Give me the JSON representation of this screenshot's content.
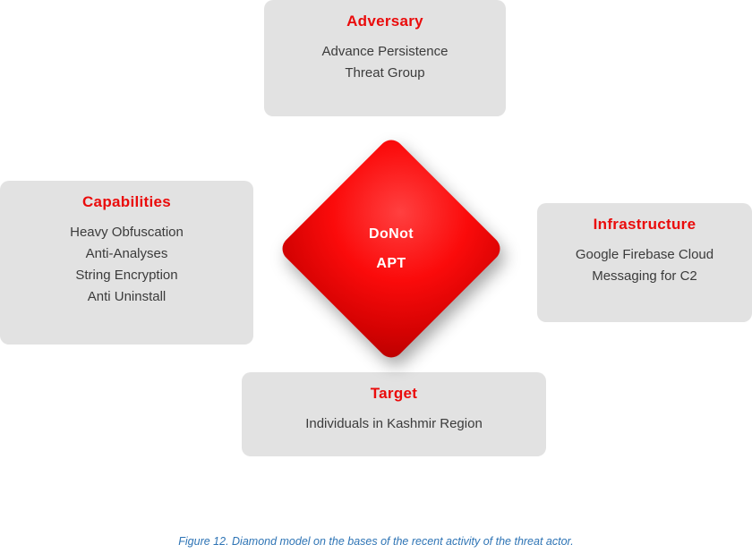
{
  "nodes": {
    "adversary": {
      "title": "Adversary",
      "lines": [
        "Advance Persistence",
        "Threat Group"
      ]
    },
    "capabilities": {
      "title": "Capabilities",
      "lines": [
        "Heavy Obfuscation",
        "Anti-Analyses",
        "String Encryption",
        "Anti Uninstall"
      ]
    },
    "infrastructure": {
      "title": "Infrastructure",
      "lines": [
        "Google Firebase Cloud",
        "Messaging for C2"
      ]
    },
    "target": {
      "title": "Target",
      "lines": [
        "Individuals in Kashmir Region"
      ]
    }
  },
  "diamond": {
    "line1": "DoNot",
    "line2": "APT"
  },
  "caption": "Figure 12. Diamond model on the bases of the recent activity of the threat actor.",
  "colors": {
    "accent_red": "#ea0b0b",
    "diamond_red": "#fb0b0b",
    "box_bg": "#e2e2e2",
    "body_text": "#3b3b3b",
    "caption_blue": "#2e74b5"
  }
}
